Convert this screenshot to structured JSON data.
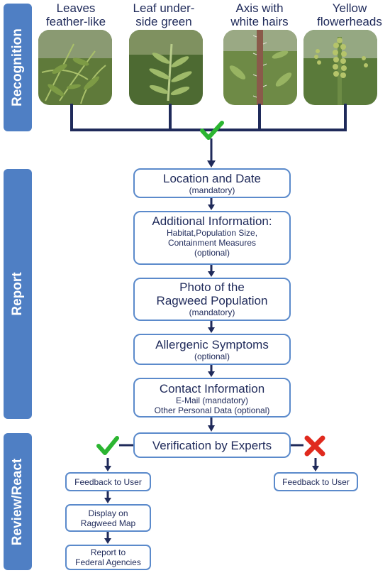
{
  "sections": {
    "recognition": "Recognition",
    "report": "Report",
    "review": "Review/React"
  },
  "features": [
    {
      "label": "Leaves\nfeather-like"
    },
    {
      "label": "Leaf under-\nside green"
    },
    {
      "label": "Axis with\nwhite hairs"
    },
    {
      "label": "Yellow\nflowerheads"
    }
  ],
  "report_steps": {
    "location": {
      "title": "Location and Date",
      "note": "(mandatory)"
    },
    "additional": {
      "title": "Additional Information:",
      "detail1": "Habitat,Population Size,",
      "detail2": "Containment Measures",
      "note": "(optional)"
    },
    "photo": {
      "title1": "Photo of the",
      "title2": "Ragweed Population",
      "note": "(mandatory)"
    },
    "symptoms": {
      "title": "Allergenic Symptoms",
      "note": "(optional)"
    },
    "contact": {
      "title": "Contact Information",
      "detail1": "E-Mail (mandatory)",
      "detail2": "Other Personal Data (optional)"
    }
  },
  "review": {
    "verification": "Verification by Experts",
    "feedback_yes": "Feedback to User",
    "display_map": "Display on\nRagweed Map",
    "report_agencies": "Report to\nFederal Agencies",
    "feedback_no": "Feedback to User"
  },
  "colors": {
    "sidebar": "#4f7fc4",
    "box_border": "#5b8acb",
    "line": "#1f2a5a",
    "check": "#2bb531",
    "cross": "#e02a1e",
    "text": "#1f2a5a"
  }
}
